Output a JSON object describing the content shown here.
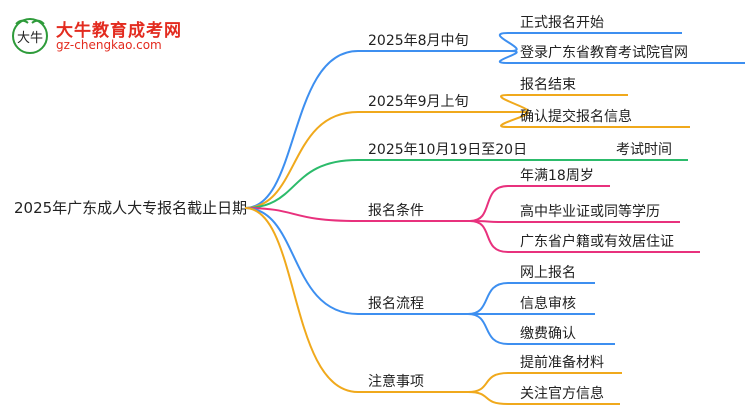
{
  "logo": {
    "title": "大牛教育成考网",
    "url": "gz-chengkao.com",
    "mark_glyph": "大牛",
    "colors": {
      "primary": "#e32b1f",
      "leaf": "#2e9b3a"
    }
  },
  "mindmap": {
    "root": "2025年广东成人大专报名截止日期",
    "branches": [
      {
        "label": "2025年8月中旬",
        "color": "#3d8ff0",
        "children": [
          "正式报名开始",
          "登录广东省教育考试院官网"
        ]
      },
      {
        "label": "2025年9月上旬",
        "color": "#f0a91c",
        "children": [
          "报名结束",
          "确认提交报名信息"
        ]
      },
      {
        "label": "2025年10月19日至20日",
        "color": "#2cbb6b",
        "children": [
          "考试时间"
        ]
      },
      {
        "label": "报名条件",
        "color": "#e8317d",
        "children": [
          "年满18周岁",
          "高中毕业证或同等学历",
          "广东省户籍或有效居住证"
        ]
      },
      {
        "label": "报名流程",
        "color": "#3d8ff0",
        "children": [
          "网上报名",
          "信息审核",
          "缴费确认"
        ]
      },
      {
        "label": "注意事项",
        "color": "#f0a91c",
        "children": [
          "提前准备材料",
          "关注官方信息"
        ]
      }
    ]
  }
}
